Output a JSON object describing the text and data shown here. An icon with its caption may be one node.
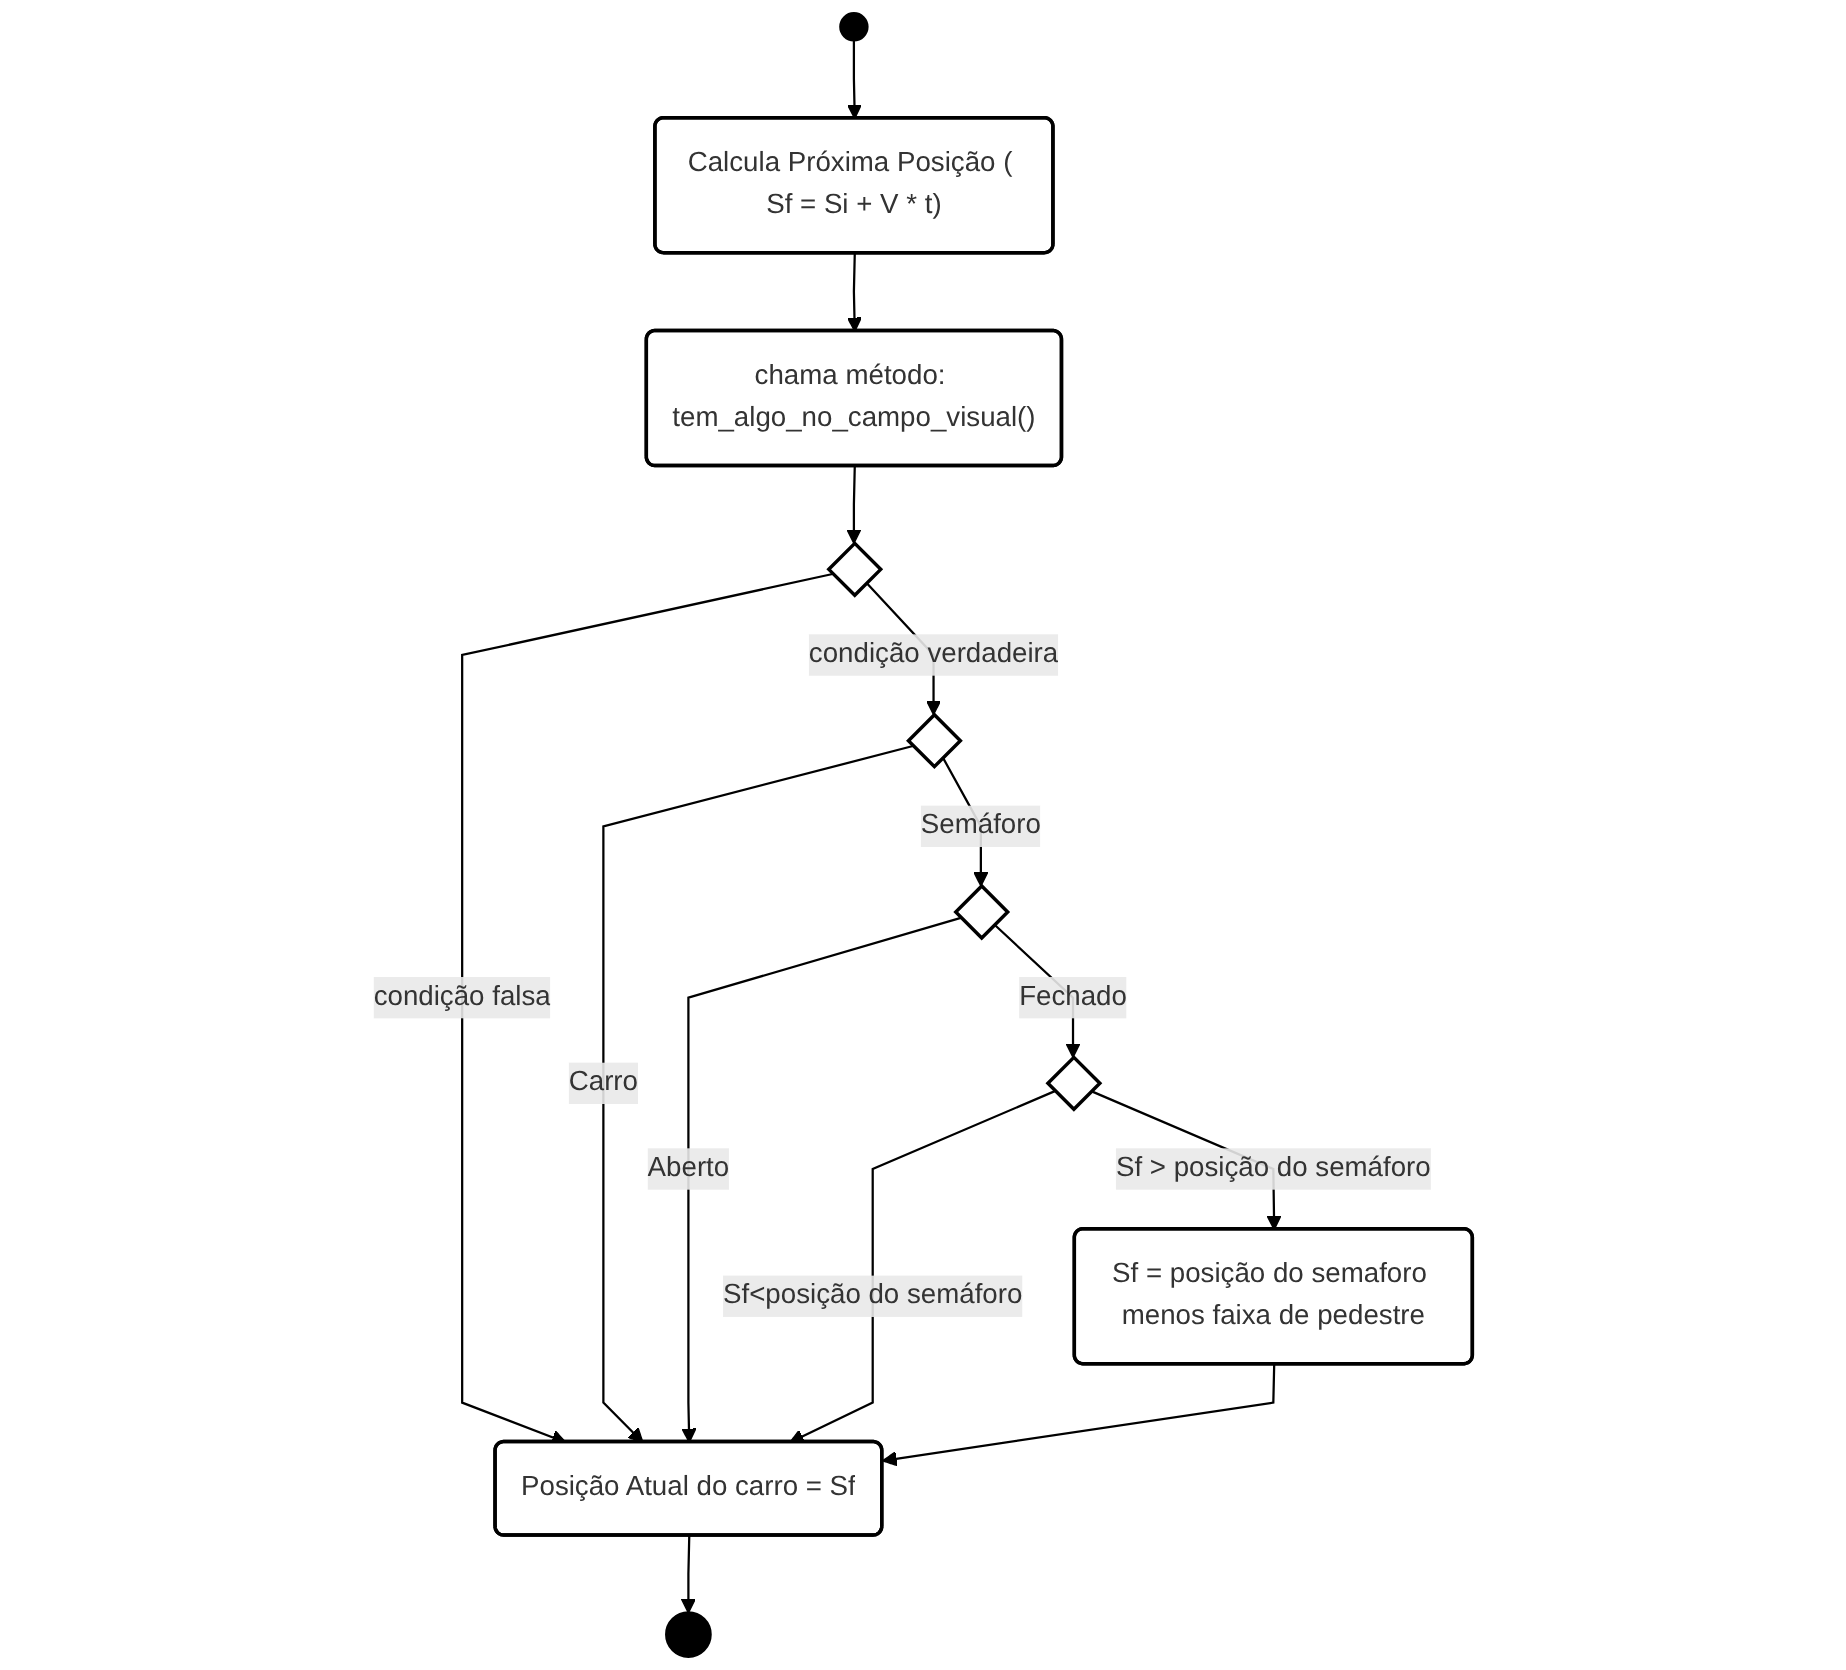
{
  "diagram": {
    "nodes": [
      {
        "text": [],
        "shape": "circle"
      },
      {
        "text": [
          "Calcula Próxima Posição ( Sf = Si + V * t)"
        ]
      },
      {
        "text": [
          "chama método: tem_algo_no_campo_visual()"
        ]
      },
      {
        "text": [],
        "shape": "diamond"
      },
      {
        "text": [],
        "shape": "diamond"
      },
      {
        "text": [],
        "shape": "diamond"
      },
      {
        "text": [],
        "shape": "diamond"
      },
      {
        "text": [
          "Sf = posição do semaforo menos faixa de pedestre"
        ]
      },
      {
        "text": [
          "Posição Atual do carro = Sf"
        ]
      },
      {
        "text": [],
        "shape": "circle"
      }
    ],
    "edges": [
      {
        "from": 0,
        "to": 1,
        "arrow": "to"
      },
      {
        "from": 1,
        "to": 2,
        "arrow": "to"
      },
      {
        "from": 2,
        "to": 3,
        "arrow": "to"
      },
      {
        "from": 3,
        "to": 4,
        "arrow": "to",
        "label": "condição verdadeira"
      },
      {
        "from": 3,
        "to": 8,
        "arrow": "to",
        "label": "condição falsa"
      },
      {
        "from": 4,
        "to": 8,
        "arrow": "to",
        "label": "Carro"
      },
      {
        "from": 4,
        "to": 5,
        "arrow": "to",
        "label": "Semáforo"
      },
      {
        "from": 5,
        "to": 8,
        "arrow": "to",
        "label": "Aberto"
      },
      {
        "from": 5,
        "to": 6,
        "arrow": "to",
        "label": "Fechado"
      },
      {
        "from": 6,
        "to": 7,
        "arrow": "to",
        "label": "Sf > posição do semáforo"
      },
      {
        "from": 6,
        "to": 8,
        "arrow": "to",
        "label": "Sf<posição do semáforo"
      },
      {
        "from": 7,
        "to": 8,
        "arrow": "to"
      },
      {
        "from": 8,
        "to": 9,
        "arrow": "to"
      }
    ]
  }
}
